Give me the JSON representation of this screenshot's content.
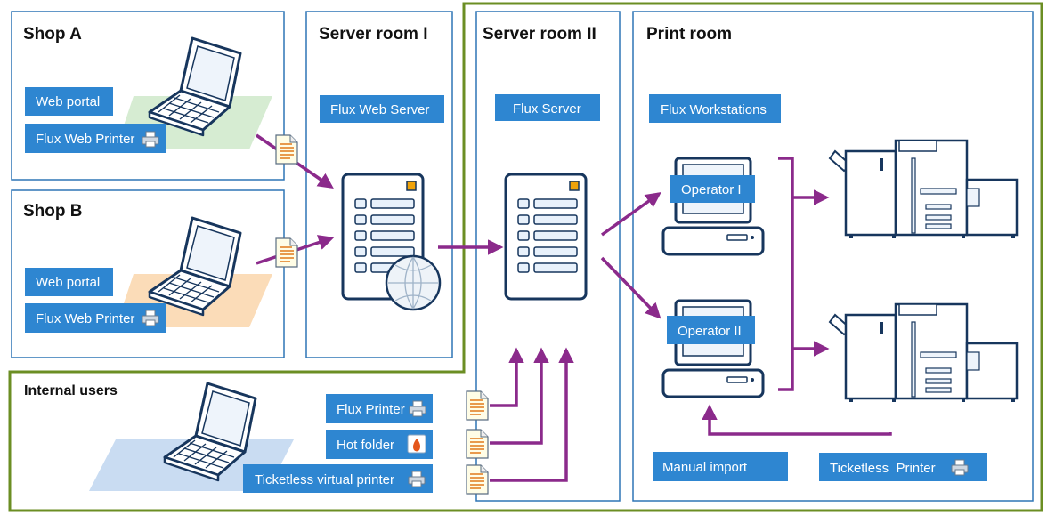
{
  "zones": {
    "shop_a": "Shop A",
    "shop_b": "Shop B",
    "server_room_1": "Server room I",
    "server_room_2": "Server room II",
    "print_room": "Print room",
    "internal_users": "Internal users"
  },
  "buttons": {
    "shop_a_web_portal": "Web portal",
    "shop_a_flux_web_printer": "Flux Web Printer",
    "shop_b_web_portal": "Web portal",
    "shop_b_flux_web_printer": "Flux Web Printer",
    "flux_web_server": "Flux Web Server",
    "flux_server": "Flux Server",
    "flux_workstations": "Flux Workstations",
    "operator_1": "Operator I",
    "operator_2": "Operator II",
    "flux_printer": "Flux Printer",
    "hot_folder": "Hot folder",
    "ticketless_virtual_printer": "Ticketless virtual printer",
    "manual_import": "Manual import",
    "ticketless_printer": "Ticketless  Printer"
  },
  "colors": {
    "zone_border": "#2e75b6",
    "button_fill": "#2e86d1",
    "arrow": "#8b2a8b",
    "green_frame": "#6b8e23",
    "icon_stroke": "#17365d",
    "icon_fill": "#e8f1fb"
  }
}
